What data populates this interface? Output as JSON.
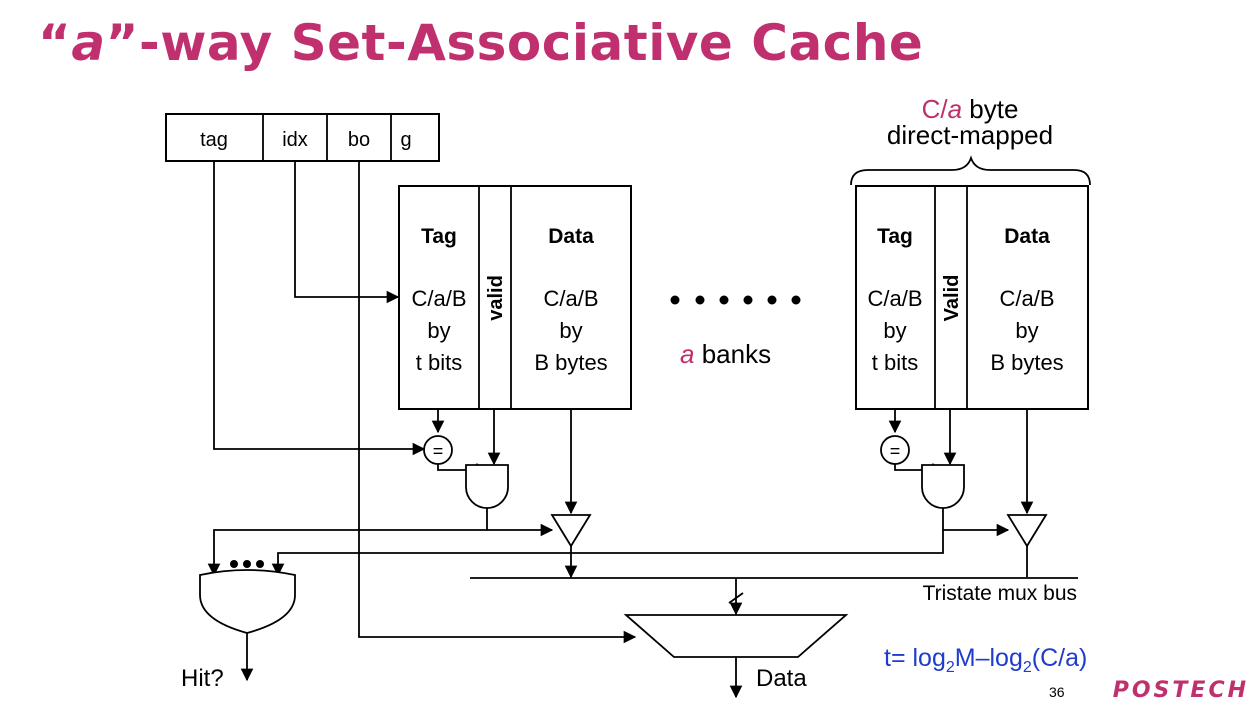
{
  "title": {
    "open_quote": "“",
    "a": "a",
    "rest": "”-way Set-Associative Cache"
  },
  "address_fields": [
    "tag",
    "idx",
    "bo",
    "g"
  ],
  "bank_header": {
    "c": "C/",
    "a": "a",
    "byte": " byte",
    "line2": "direct-mapped"
  },
  "bank_left": {
    "tag_header": "Tag",
    "tag_lines": [
      "C/a/B",
      "by",
      "t bits"
    ],
    "valid_label": "valid",
    "data_header": "Data",
    "data_lines": [
      "C/a/B",
      "by",
      "B bytes"
    ]
  },
  "bank_right": {
    "tag_header": "Tag",
    "tag_lines": [
      "C/a/B",
      "by",
      "t bits"
    ],
    "valid_label": "Valid",
    "data_header": "Data",
    "data_lines": [
      "C/a/B",
      "by",
      "B bytes"
    ]
  },
  "banks_label": {
    "a": "a",
    "rest": " banks"
  },
  "comparator_symbol": "=",
  "bus_label": "Tristate mux bus",
  "hit_label": "Hit?",
  "data_out_label": "Data",
  "formula": {
    "t": "t= log",
    "sub1": "2",
    "m": "M–log",
    "sub2": "2",
    "end": "(C/a)"
  },
  "slide_number": "36",
  "brand": "POSTECH",
  "colors": {
    "accent": "#c0306e",
    "formula": "#1f3ccc"
  }
}
